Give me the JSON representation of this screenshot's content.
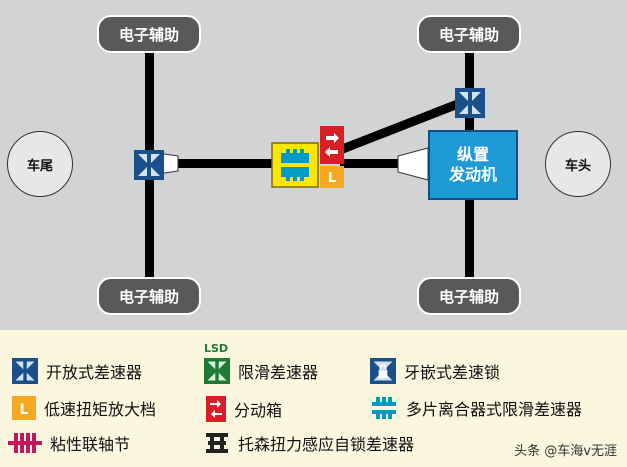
{
  "diagram": {
    "wheels": {
      "rear_left": "电子辅助",
      "rear_right": "电子辅助",
      "front_left": "电子辅助",
      "front_right": "电子辅助"
    },
    "rear_label": "车尾",
    "front_label": "车头",
    "engine_line1": "纵置",
    "engine_line2": "发动机",
    "colors": {
      "background": "#d1d3d4",
      "shaft": "#000000",
      "wheel": "#58595b",
      "differential": "#1b4f8a",
      "engine": "#1e9ad6",
      "transfer_box": "#d71f26",
      "low_range": "#f7a823",
      "center_diff": "#ffe600",
      "multi_plate": "#009ac7"
    }
  },
  "legend": {
    "open_diff": "开放式差速器",
    "lsd_tag": "LSD",
    "lsd": "限滑差速器",
    "locking_diff": "牙嵌式差速锁",
    "low_range_letter": "L",
    "low_range": "低速扭矩放大档",
    "transfer_case": "分动箱",
    "multi_plate": "多片离合器式限滑差速器",
    "viscous": "粘性联轴节",
    "torsen": "托森扭力感应自锁差速器"
  },
  "watermark": "头条 @车海v无涯"
}
